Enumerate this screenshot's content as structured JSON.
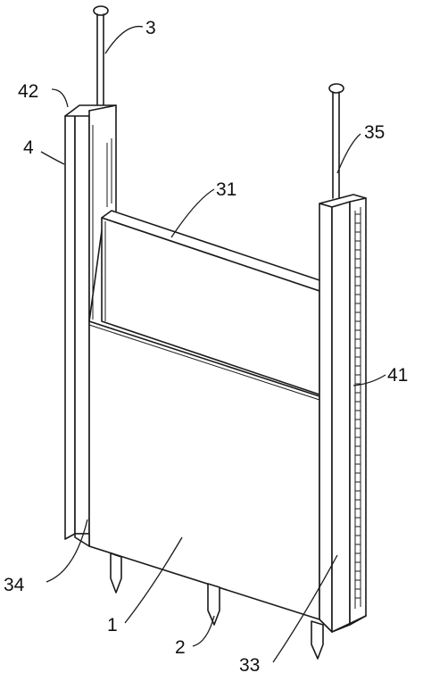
{
  "labels": {
    "l1": "1",
    "l2": "2",
    "l3": "3",
    "l4": "4",
    "l31": "31",
    "l33": "33",
    "l34": "34",
    "l35": "35",
    "l41": "41",
    "l42": "42"
  }
}
